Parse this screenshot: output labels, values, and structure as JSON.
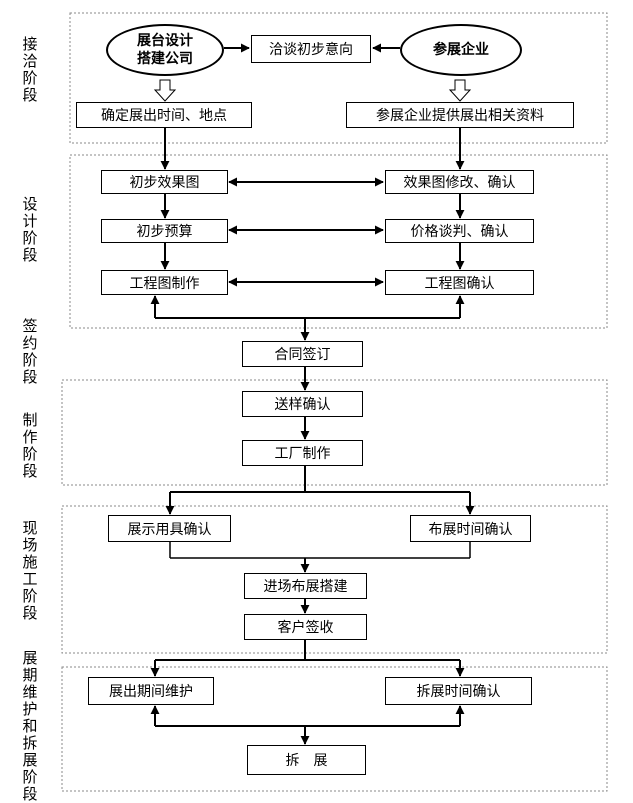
{
  "stages": [
    {
      "id": "contact",
      "label": "接洽阶段"
    },
    {
      "id": "design",
      "label": "设计阶段"
    },
    {
      "id": "sign",
      "label": "签约阶段"
    },
    {
      "id": "make",
      "label": "制作阶段"
    },
    {
      "id": "build",
      "label": "现场施工阶段"
    },
    {
      "id": "maintain",
      "label": "展期维护和拆展阶段"
    }
  ],
  "nodes": {
    "builder_company": "展台设计\n搭建公司",
    "exhibitor": "参展企业",
    "negotiate_intent": "洽谈初步意向",
    "confirm_time_place": "确定展出时间、地点",
    "exhibitor_materials": "参展企业提供展出相关资料",
    "initial_render": "初步效果图",
    "render_revise": "效果图修改、确认",
    "initial_budget": "初步预算",
    "price_negotiation": "价格谈判、确认",
    "drawing_make": "工程图制作",
    "drawing_confirm": "工程图确认",
    "contract": "合同签订",
    "sample_confirm": "送样确认",
    "factory_make": "工厂制作",
    "props_confirm": "展示用具确认",
    "setup_time_confirm": "布展时间确认",
    "onsite_build": "进场布展搭建",
    "client_accept": "客户签收",
    "maintenance": "展出期间维护",
    "dismantle_time": "拆展时间确认",
    "dismantle": "拆　展"
  }
}
